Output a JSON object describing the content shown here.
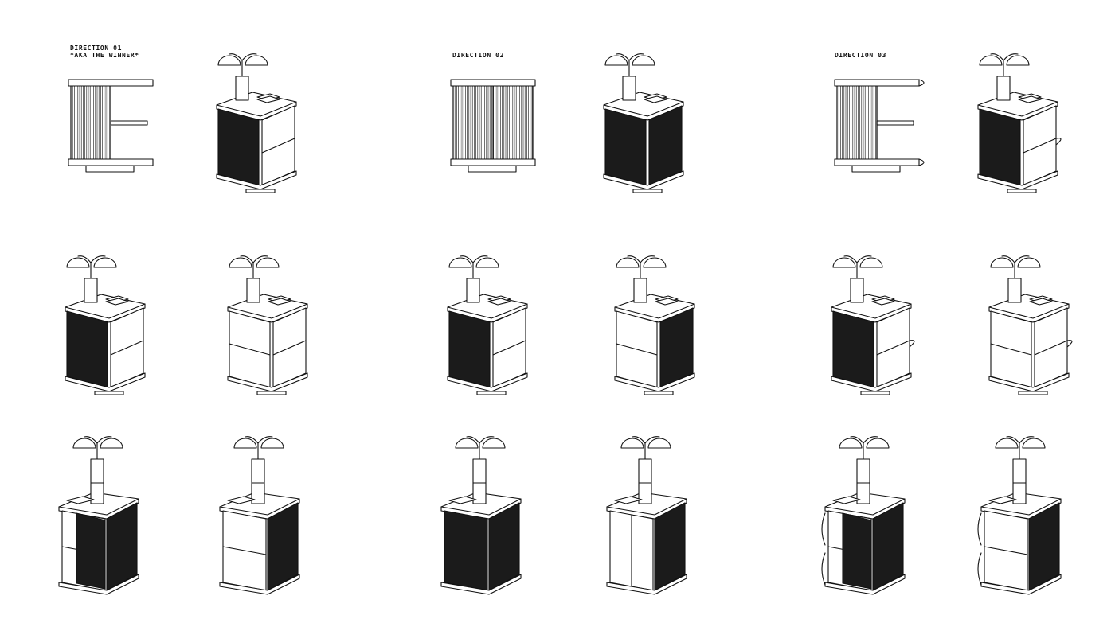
{
  "directions": [
    {
      "title": "DIRECTION 01",
      "subtitle": "*AKA THE WINNER*",
      "side": "flat",
      "front_closed": false
    },
    {
      "title": "DIRECTION 02",
      "subtitle": "",
      "side": "flat",
      "front_closed": true
    },
    {
      "title": "DIRECTION 03",
      "subtitle": "",
      "side": "round",
      "front_closed": false
    }
  ],
  "colors": {
    "line": "#111111",
    "fill_dark": "#1b1b1b",
    "background": "#ffffff"
  }
}
